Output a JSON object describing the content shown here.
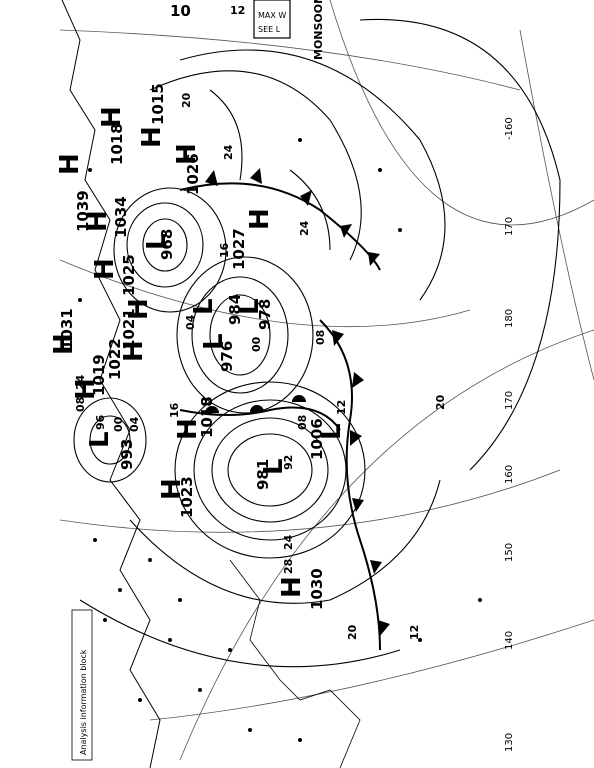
{
  "page_title": "Surface weather analysis",
  "header": {
    "corner_top": "10",
    "corner_mid": "12",
    "box_line1": "MAX W",
    "box_line2": "SEE L",
    "region_label": "MONSOON"
  },
  "footer_box_text": "Analysis information block",
  "systems": [
    {
      "letter": "H",
      "value": "1015"
    },
    {
      "letter": "H",
      "value": "1026"
    },
    {
      "letter": "H",
      "value": "1027"
    },
    {
      "letter": "L",
      "value": "968"
    },
    {
      "letter": "L",
      "value": "978"
    },
    {
      "letter": "L",
      "value": "976"
    },
    {
      "letter": "L",
      "value": "984"
    },
    {
      "letter": "H",
      "value": "1018"
    },
    {
      "letter": "H",
      "value": "1023"
    },
    {
      "letter": "L",
      "value": "981"
    },
    {
      "letter": "L",
      "value": "1006"
    },
    {
      "letter": "H",
      "value": "1030"
    },
    {
      "letter": "H",
      "value": "1039"
    },
    {
      "letter": "H",
      "value": "1034"
    },
    {
      "letter": "H",
      "value": "1025"
    },
    {
      "letter": "H",
      "value": "1021"
    },
    {
      "letter": "H",
      "value": "1022"
    },
    {
      "letter": "H",
      "value": "1019"
    },
    {
      "letter": "H",
      "value": "1031"
    },
    {
      "letter": "L",
      "value": "993"
    },
    {
      "letter": "H",
      "value": "1018"
    }
  ],
  "isobar_labels": [
    "20",
    "24",
    "24",
    "16",
    "08",
    "00",
    "96",
    "92",
    "08",
    "04",
    "12",
    "16",
    "28",
    "24",
    "20",
    "04",
    "00",
    "24",
    "20",
    "12",
    "08"
  ],
  "degree_labels": [
    "-160",
    "170",
    "180",
    "170",
    "160",
    "150",
    "140",
    "130"
  ],
  "colors": {
    "ink": "#000000",
    "paper": "#ffffff",
    "grid": "#555555"
  }
}
